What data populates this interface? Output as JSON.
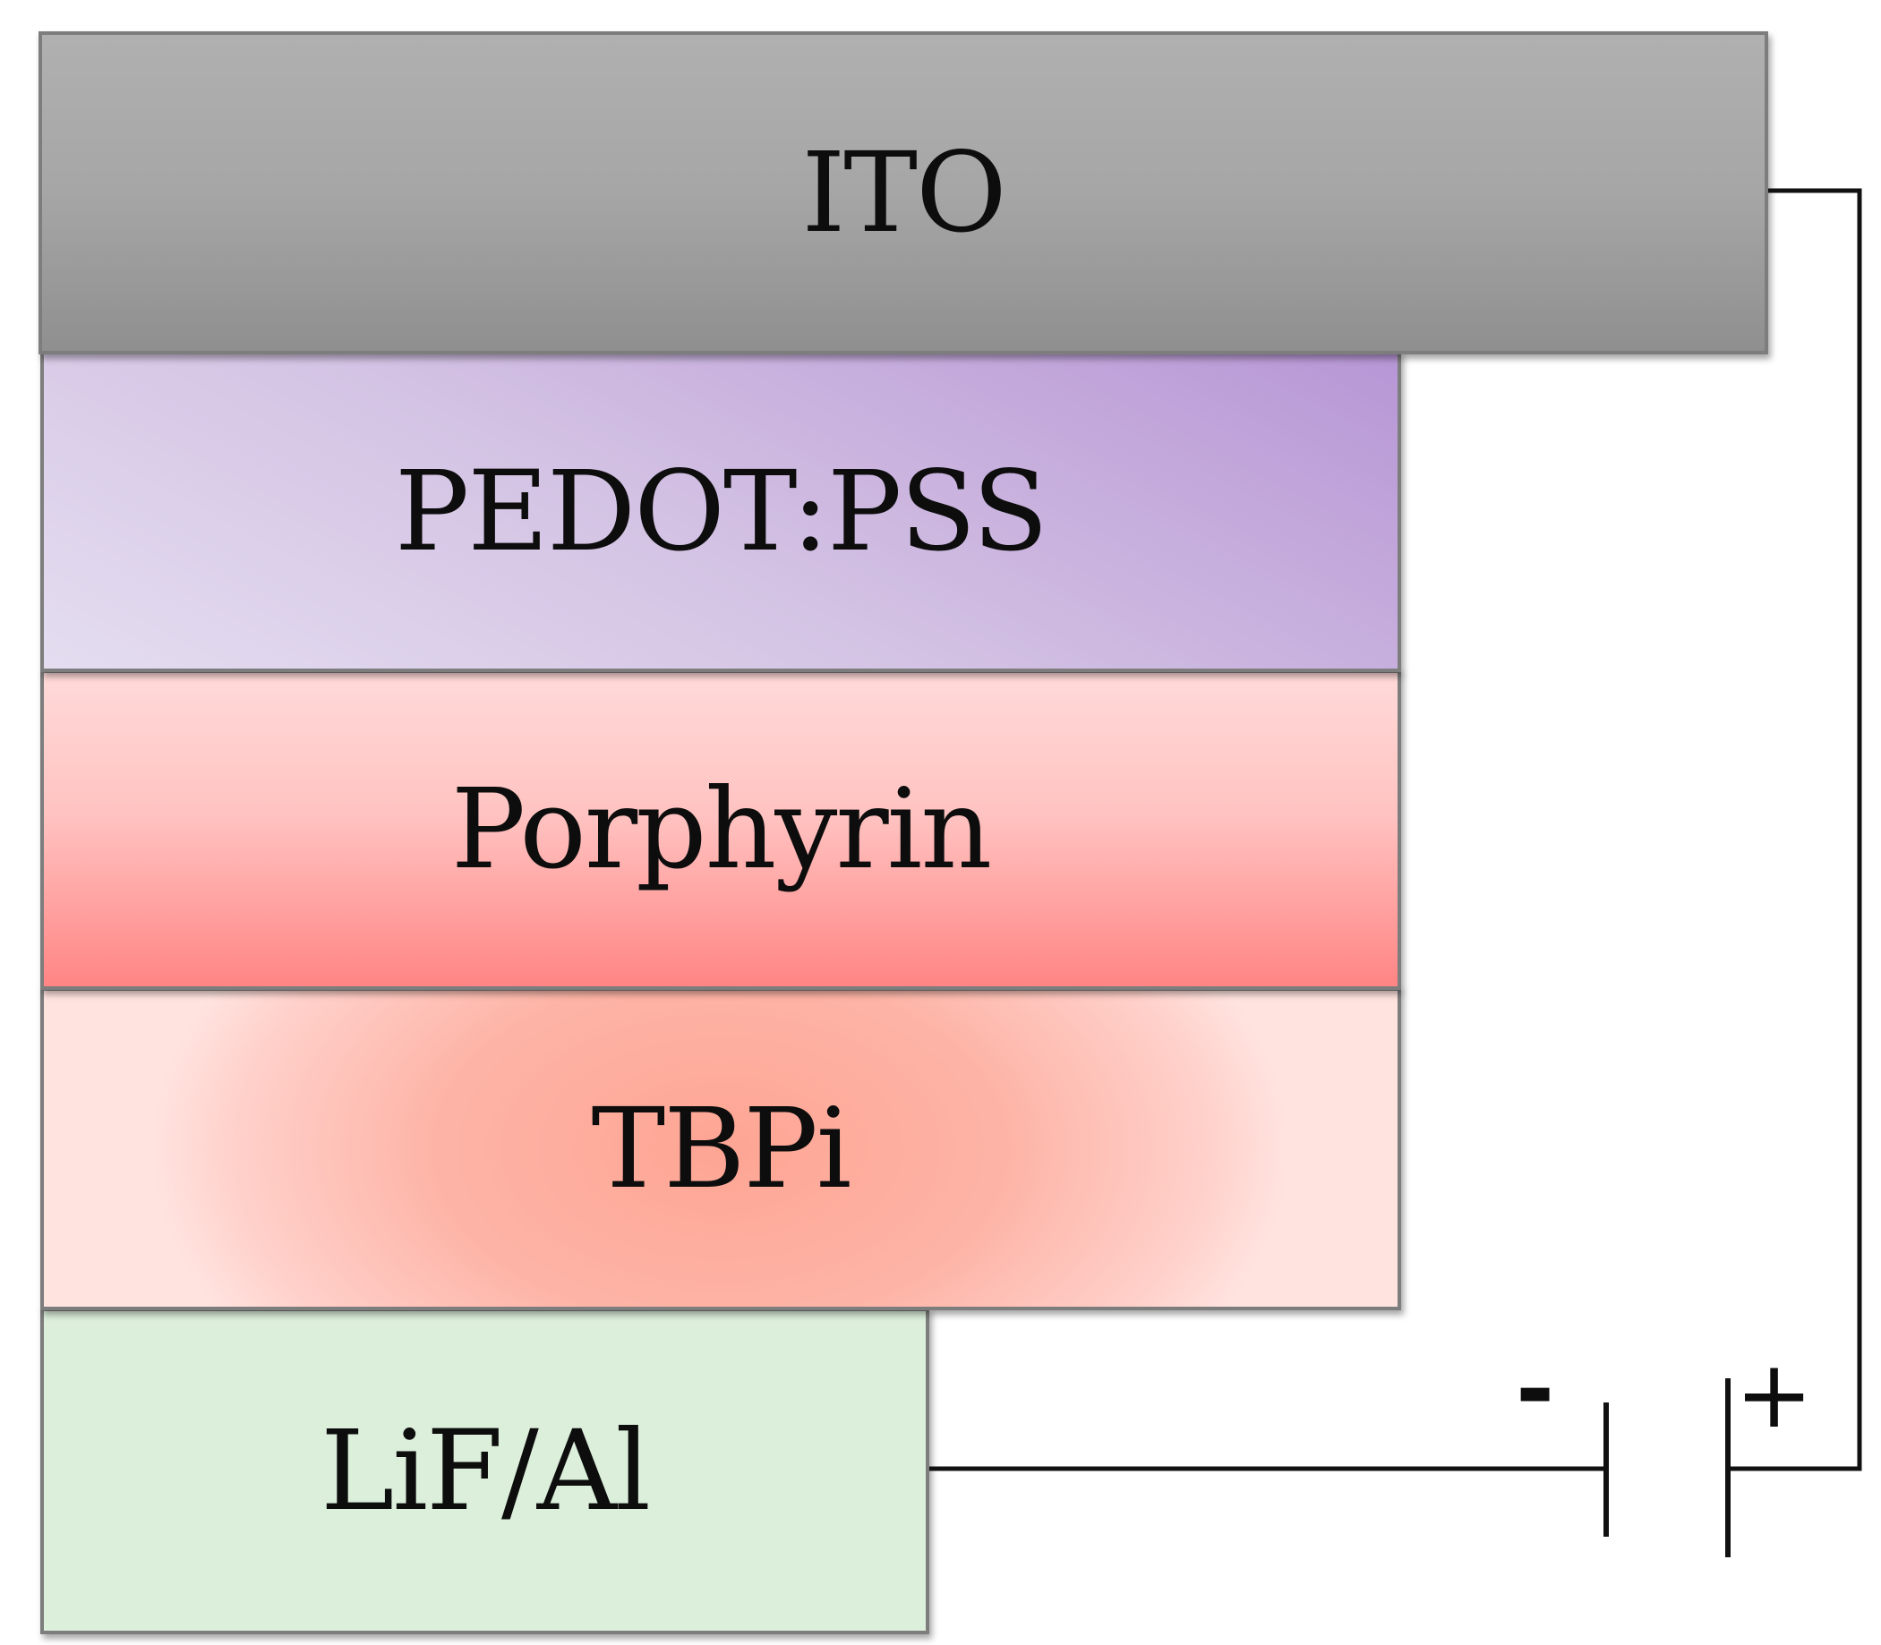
{
  "diagram": {
    "layers": [
      {
        "id": "ito",
        "label": "ITO",
        "color": "#a6a6a6"
      },
      {
        "id": "pedot",
        "label": "PEDOT:PSS",
        "color": "#c9b2e0"
      },
      {
        "id": "porphyrin",
        "label": "Porphyrin",
        "color": "#ffb0ae"
      },
      {
        "id": "tbpi",
        "label": "TBPi",
        "color": "#fdb4a6"
      },
      {
        "id": "lif_al",
        "label": "LiF/Al",
        "color": "#dcefdb"
      }
    ],
    "battery": {
      "negative_sign": "-",
      "positive_sign": "+"
    }
  }
}
